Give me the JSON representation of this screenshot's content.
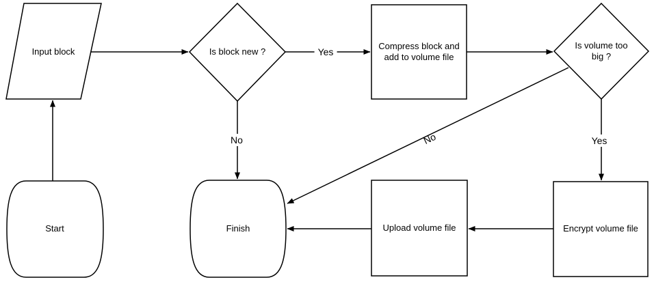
{
  "diagram": {
    "nodes": {
      "input_block": {
        "label": "Input block"
      },
      "is_block_new": {
        "label": "Is block new ?"
      },
      "compress_block": {
        "label": "Compress block and\nadd to volume file"
      },
      "is_volume_too_big": {
        "label": "Is volume too\nbig ?"
      },
      "start": {
        "label": "Start"
      },
      "finish": {
        "label": "Finish"
      },
      "upload_volume": {
        "label": "Upload volume file"
      },
      "encrypt_volume": {
        "label": "Encrypt volume file"
      }
    },
    "edge_labels": {
      "block_new_yes": "Yes",
      "block_new_no": "No",
      "volume_big_yes": "Yes",
      "volume_big_no": "No"
    },
    "colors": {
      "stroke": "#000000",
      "background": "#ffffff",
      "text": "#000000"
    }
  }
}
